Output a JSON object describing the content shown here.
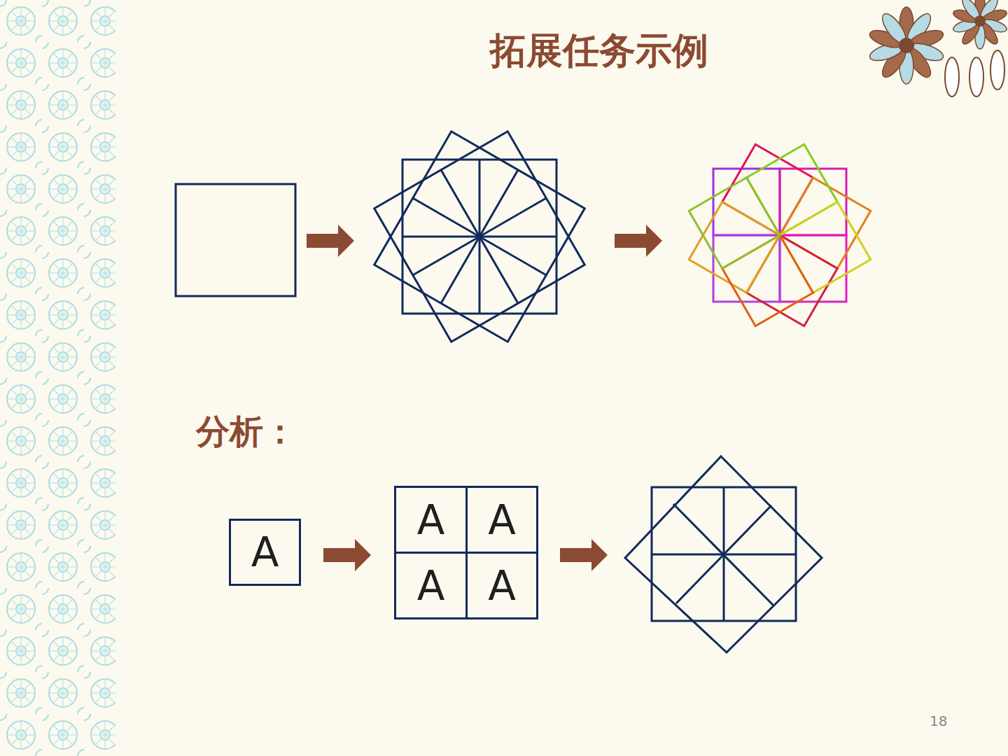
{
  "diagram": {
    "title": "拓展任务示例",
    "nodes": [
      {
        "text": [
          "A"
        ]
      },
      {
        "text": [
          "A"
        ]
      },
      {
        "text": [
          "A"
        ]
      },
      {
        "text": [
          "A"
        ]
      },
      {
        "text": [
          "A"
        ]
      }
    ],
    "labels": [
      "分析：",
      "18"
    ]
  }
}
